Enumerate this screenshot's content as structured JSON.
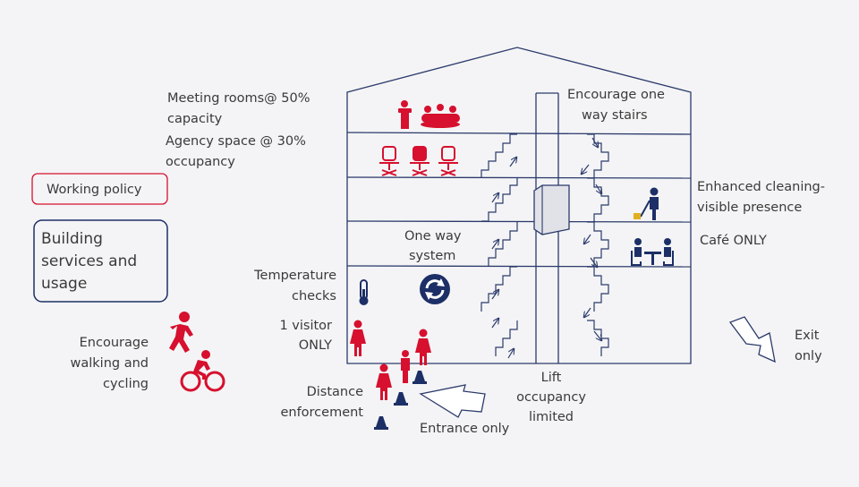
{
  "colors": {
    "red": "#d6102e",
    "navy": "#1c2f66",
    "line": "#2b3a6b",
    "bg": "#f4f4f6",
    "text": "#3a3a3a"
  },
  "legend": {
    "working_policy": "Working policy",
    "building_services": [
      "Building",
      "services and",
      "usage"
    ]
  },
  "labels": {
    "meeting_rooms": [
      "Meeting rooms@ 50%",
      "capacity"
    ],
    "agency_space": [
      "Agency space @ 30%",
      "occupancy"
    ],
    "encourage_stairs": [
      "Encourage one",
      "way stairs"
    ],
    "enhanced_cleaning": [
      "Enhanced cleaning-",
      "visible presence"
    ],
    "cafe": "Café ONLY",
    "one_way": [
      "One way",
      "system"
    ],
    "temperature": [
      "Temperature",
      "checks"
    ],
    "visitor": [
      "1 visitor",
      "ONLY"
    ],
    "encourage_walking": [
      "Encourage",
      "walking and",
      "cycling"
    ],
    "distance": [
      "Distance",
      "enforcement"
    ],
    "entrance": "Entrance only",
    "lift": [
      "Lift",
      "occupancy",
      "limited"
    ],
    "exit": [
      "Exit",
      "only"
    ]
  },
  "icons": [
    "lectern-icon",
    "meeting-table-icon",
    "office-chair-icon",
    "cleaner-icon",
    "cafe-table-icon",
    "thermometer-icon",
    "refresh-arrows-icon",
    "person-icon",
    "traffic-cone-icon",
    "walking-person-icon",
    "cyclist-icon",
    "entrance-arrow-icon",
    "exit-arrow-icon",
    "lift-box-icon",
    "stairs-icon"
  ]
}
